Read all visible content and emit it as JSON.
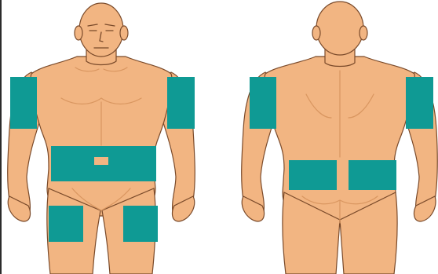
{
  "figures": [
    {
      "view": "front",
      "zones": [
        "upper-arm-right",
        "upper-arm-left",
        "abdomen",
        "navel-exclusion",
        "thigh-right",
        "thigh-left"
      ]
    },
    {
      "view": "back",
      "zones": [
        "upper-arm-left",
        "upper-arm-right",
        "lower-back-left",
        "lower-back-right"
      ]
    }
  ],
  "colors": {
    "skin": "#f2b582",
    "outline": "#7a4a2a",
    "shade": "#d99660",
    "zone": "#0f9a94",
    "background": "#ffffff"
  }
}
